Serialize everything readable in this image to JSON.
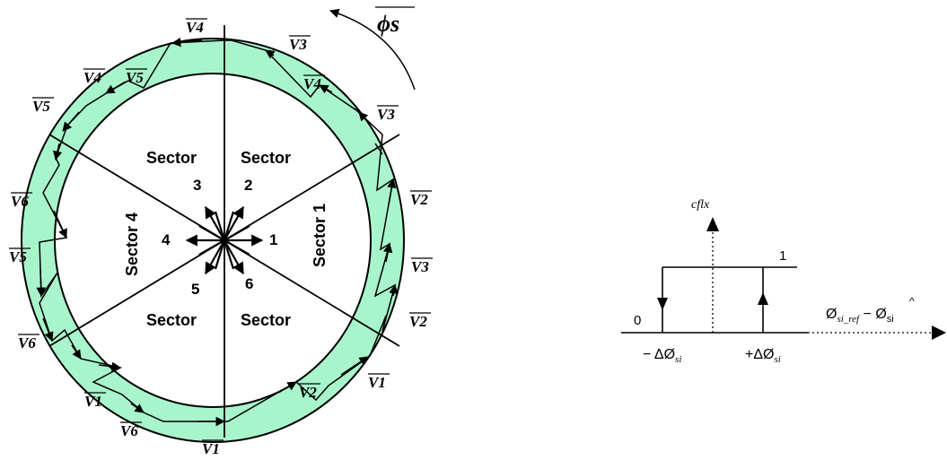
{
  "flux_diagram": {
    "phi_label": "ϕs",
    "sector_word": "Sector",
    "sector_labels": {
      "s1": "Sector 1",
      "s2": "Sector",
      "s3": "Sector",
      "s4": "Sector 4",
      "s5": "Sector",
      "s6": "Sector"
    },
    "vector_numbers": [
      "1",
      "2",
      "3",
      "4",
      "5",
      "6"
    ],
    "vector_labels": [
      "V4",
      "V3",
      "V4",
      "V5",
      "V4",
      "V5",
      "V3",
      "V6",
      "V2",
      "V5",
      "V3",
      "V2",
      "V6",
      "V1",
      "V2",
      "V1",
      "V6",
      "V1"
    ],
    "colors": {
      "band": "#a8f5cc",
      "line": "#000000"
    }
  },
  "hysteresis": {
    "ylabel": "cflx",
    "xlabel_main": "Ø",
    "xlabel_sub1": "si_ref",
    "xlabel_mid": " − Ø",
    "xlabel_hat": "^",
    "xlabel_sub2": "si",
    "level_high": "1",
    "level_low": "0",
    "neg_thresh_main": "− ΔØ",
    "neg_thresh_sub": "si",
    "pos_thresh_main": "+ΔØ",
    "pos_thresh_sub": "si"
  }
}
